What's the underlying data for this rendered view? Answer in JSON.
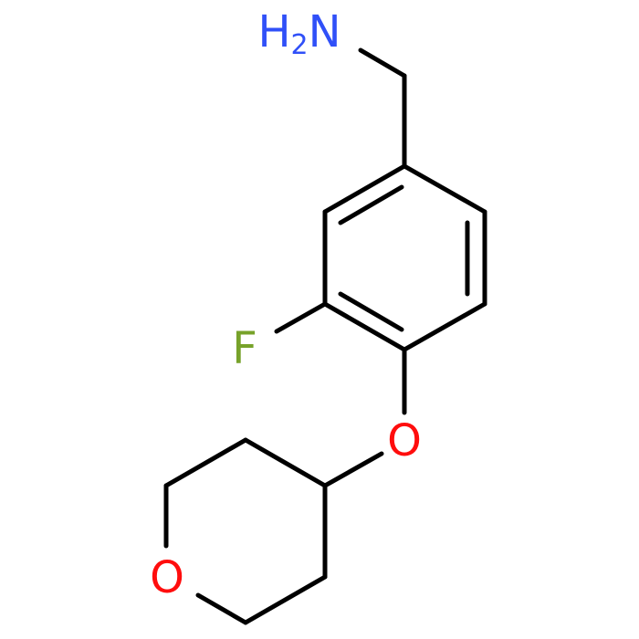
{
  "molecule": {
    "atoms": {
      "amine": {
        "label": "H",
        "subscript": "2",
        "suffix": "N",
        "color": "#3050F8"
      },
      "fluorine": {
        "label": "F",
        "color": "#77A22A"
      },
      "ether_oxygen": {
        "label": "O",
        "color": "#FF0D0D"
      },
      "ring_oxygen": {
        "label": "O",
        "color": "#FF0D0D"
      }
    },
    "bond_color": "#000000"
  }
}
